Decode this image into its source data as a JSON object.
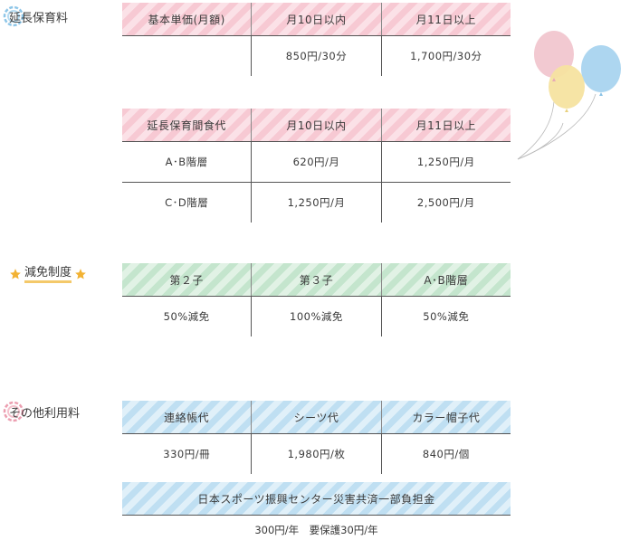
{
  "sections": {
    "extended_care": "延長保育料",
    "reduction": "減免制度",
    "other_fees": "その他利用料"
  },
  "table1": {
    "headers": [
      "基本単価(月額)",
      "月10日以内",
      "月11日以上"
    ],
    "rows": [
      [
        "",
        "850円/30分",
        "1,700円/30分"
      ]
    ]
  },
  "table2": {
    "headers": [
      "延長保育間食代",
      "月10日以内",
      "月11日以上"
    ],
    "rows": [
      [
        "A･B階層",
        "620円/月",
        "1,250円/月"
      ],
      [
        "C･D階層",
        "1,250円/月",
        "2,500円/月"
      ]
    ]
  },
  "table3": {
    "headers": [
      "第２子",
      "第３子",
      "A･B階層"
    ],
    "rows": [
      [
        "50%減免",
        "100%減免",
        "50%減免"
      ]
    ]
  },
  "table4": {
    "headers": [
      "連絡帳代",
      "シーツ代",
      "カラー帽子代"
    ],
    "rows": [
      [
        "330円/冊",
        "1,980円/枚",
        "840円/個"
      ]
    ]
  },
  "sports_center": {
    "header": "日本スポーツ振興センター災害共済一部負担金",
    "value": "300円/年　要保護30円/年"
  },
  "colors": {
    "pink": "#f7c9d3",
    "green": "#c4e5cd",
    "blue": "#bfdff2",
    "star": "#f2b233"
  }
}
